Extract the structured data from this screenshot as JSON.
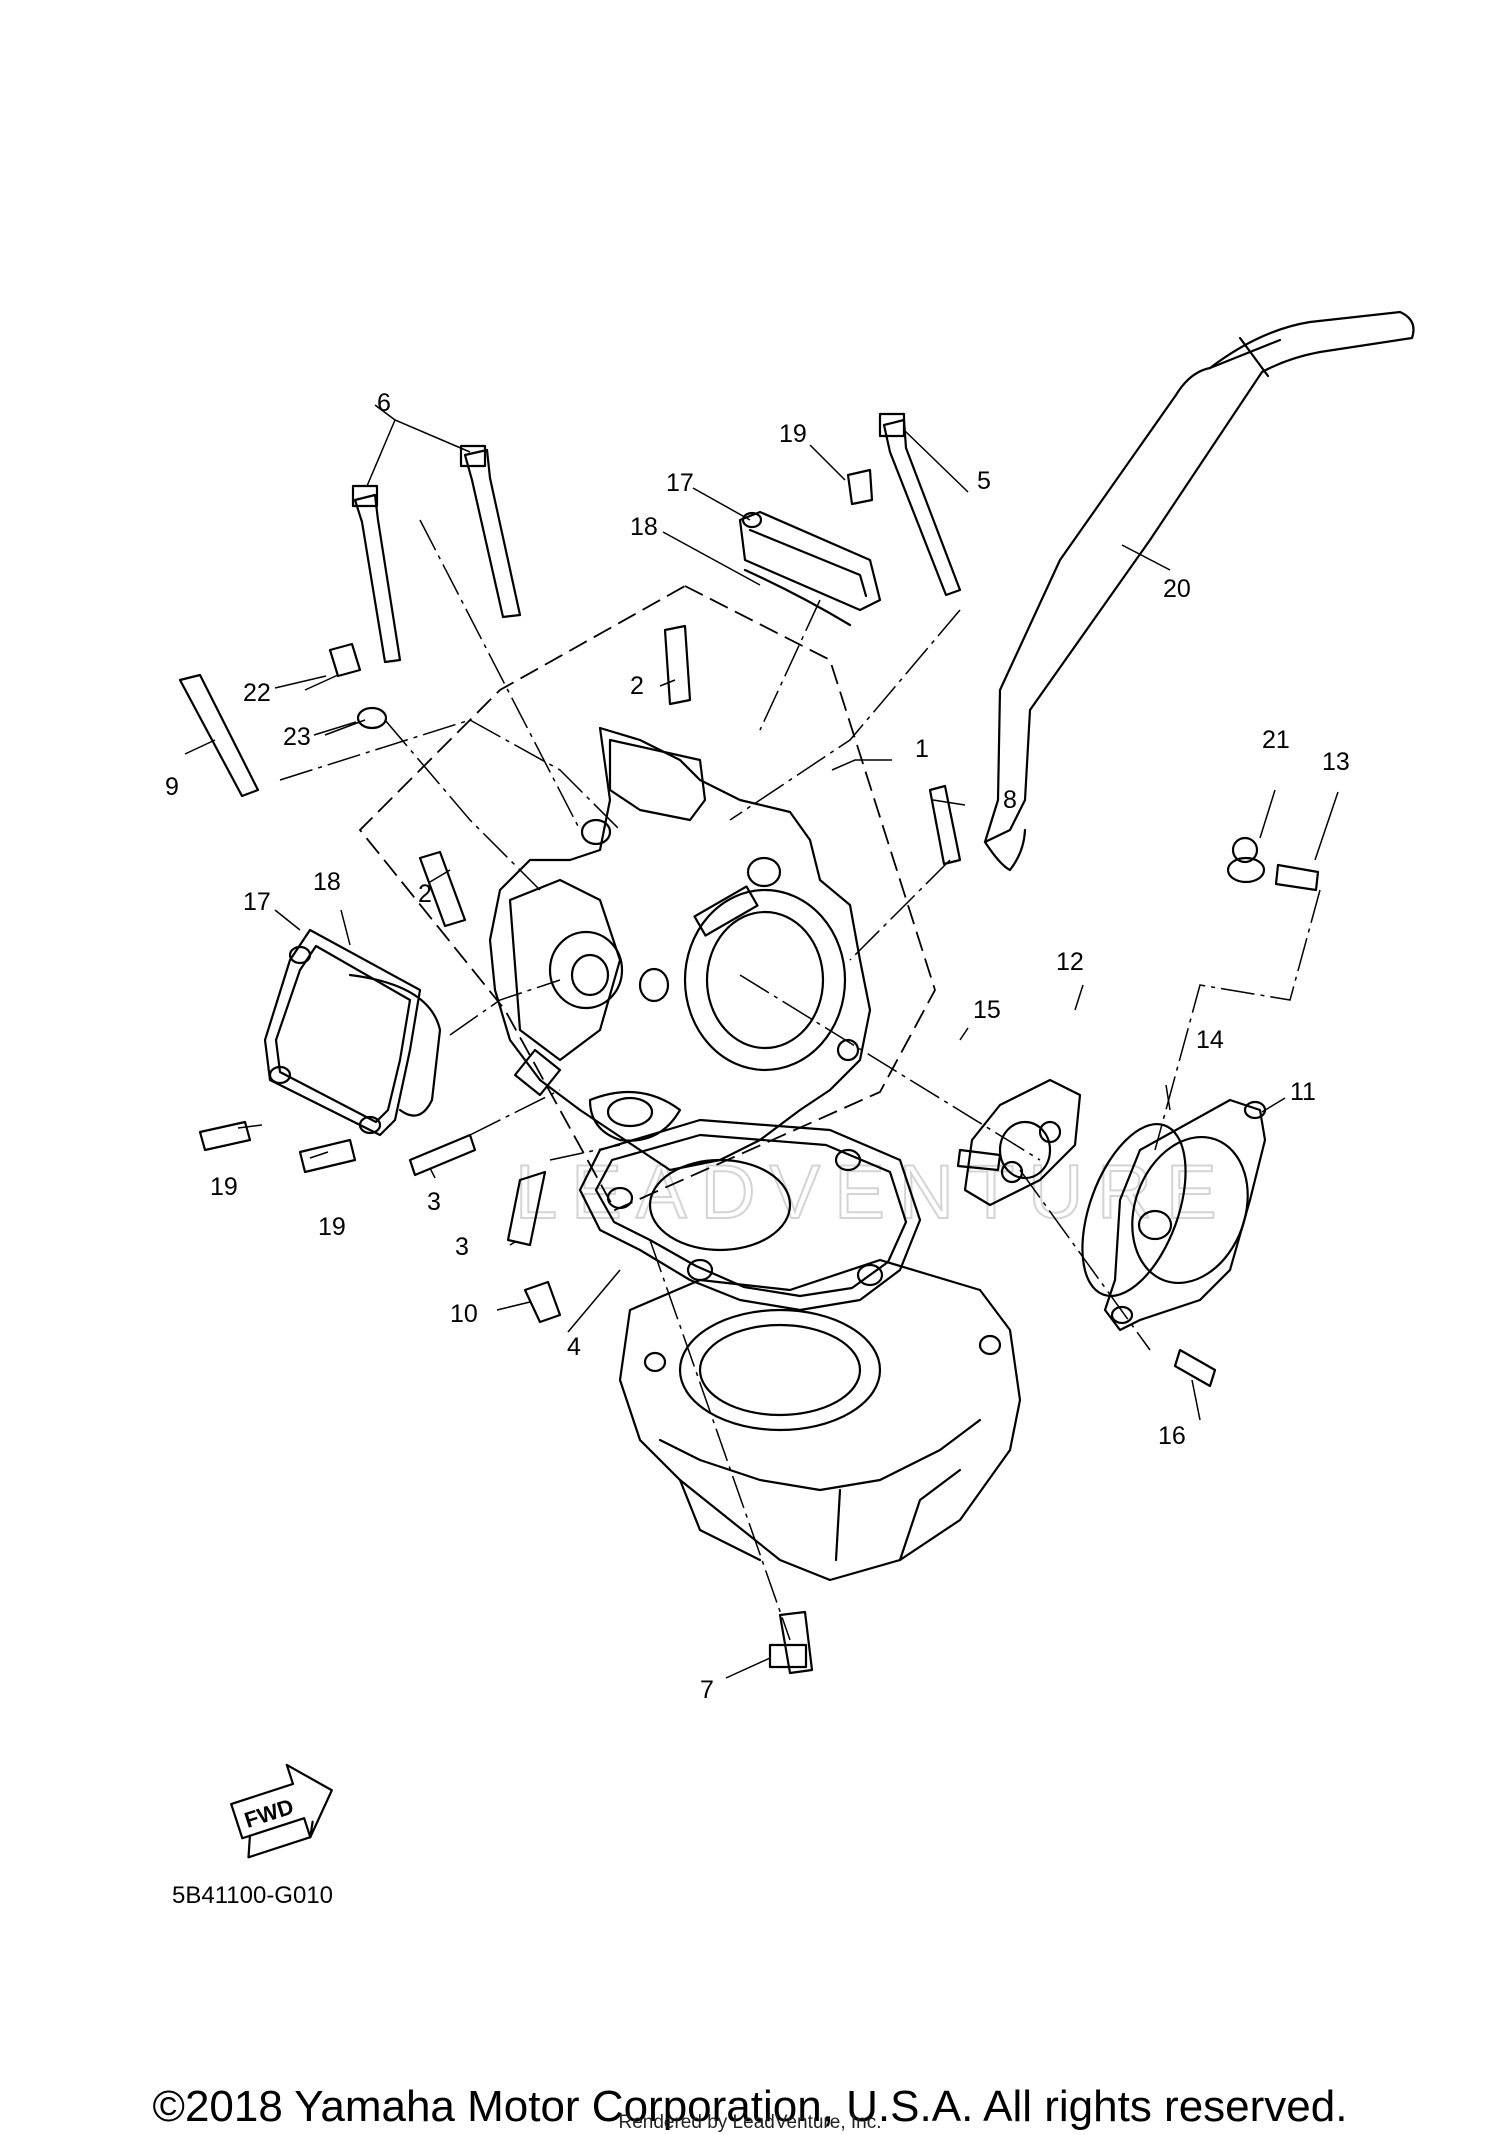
{
  "diagram_code": "5B41100-G010",
  "copyright": "©2018 Yamaha Motor Corporation, U.S.A. All rights reserved.",
  "renderer_credit": "Rendered by LeadVenture, Inc.",
  "watermark": "LEADVENTURE",
  "fwd_badge": "FWD",
  "callouts": {
    "c1": "1",
    "c2a": "2",
    "c2b": "2",
    "c3a": "3",
    "c3b": "3",
    "c4": "4",
    "c5": "5",
    "c6": "6",
    "c7": "7",
    "c8": "8",
    "c9": "9",
    "c10": "10",
    "c11": "11",
    "c12": "12",
    "c13": "13",
    "c14": "14",
    "c15": "15",
    "c16": "16",
    "c17a": "17",
    "c17b": "17",
    "c18a": "18",
    "c18b": "18",
    "c19a": "19",
    "c19b": "19",
    "c19c": "19",
    "c20": "20",
    "c21": "21",
    "c22": "22",
    "c23": "23"
  }
}
